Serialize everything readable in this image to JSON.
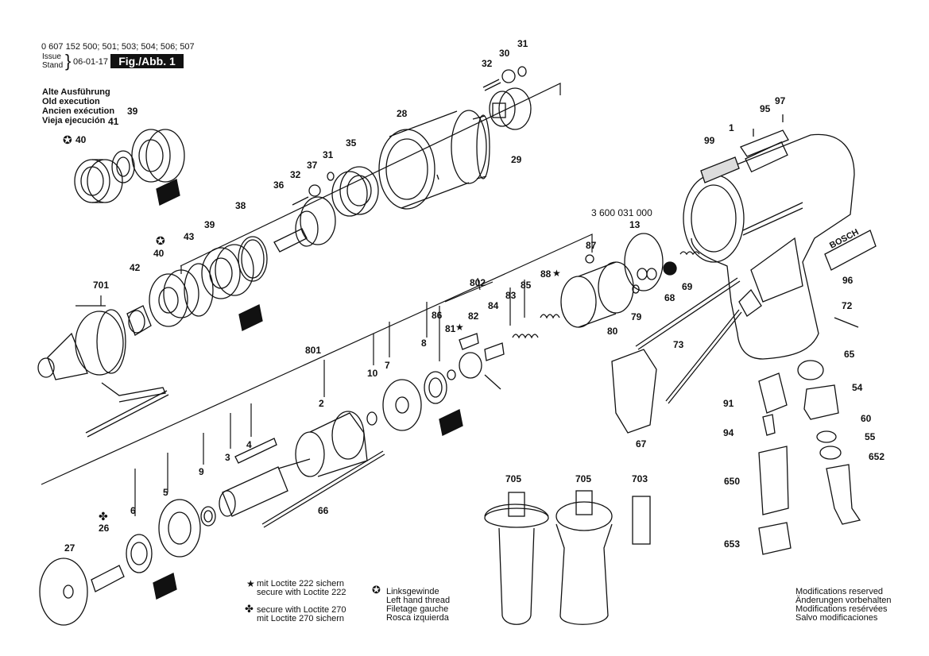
{
  "header": {
    "model_numbers": "0 607 152 500; 501; 503; 504; 506; 507",
    "issue_label": "Issue",
    "stand_label": "Stand",
    "date": "06-01-17",
    "figure": "Fig./Abb. 1"
  },
  "old_execution": {
    "de": "Alte Ausführung",
    "en": "Old execution",
    "fr": "Ancien exécution",
    "es": "Vieja ejecución"
  },
  "legend": {
    "loctite222_de": "mit Loctite 222 sichern",
    "loctite222_en": "secure with Loctite 222",
    "loctite270_en": "secure with Loctite 270",
    "loctite270_de": "mit Loctite 270 sichern",
    "left_de": "Linksgewinde",
    "left_en": "Left hand thread",
    "left_fr": "Filetage gauche",
    "left_es": "Rosca izquierda"
  },
  "modifications": {
    "en": "Modifications reserved",
    "de": "Änderungen vorbehalten",
    "fr": "Modifications resérvées",
    "es": "Salvo modificaciones"
  },
  "logo": "BOSCH",
  "icons": [
    "star-icon",
    "cross-flower-icon",
    "left-thread-icon",
    "wrench-tool-icon"
  ],
  "part_labels": [
    {
      "text": "31"
    },
    {
      "text": "30"
    },
    {
      "text": "32"
    },
    {
      "text": "28"
    },
    {
      "text": "29"
    },
    {
      "text": "39"
    },
    {
      "text": "41"
    },
    {
      "text": "40"
    },
    {
      "text": "35"
    },
    {
      "text": "31"
    },
    {
      "text": "37"
    },
    {
      "text": "32"
    },
    {
      "text": "36"
    },
    {
      "text": "38"
    },
    {
      "text": "39"
    },
    {
      "text": "43"
    },
    {
      "text": "40"
    },
    {
      "text": "42"
    },
    {
      "text": "701"
    },
    {
      "text": "801"
    },
    {
      "text": "802"
    },
    {
      "text": "87"
    },
    {
      "text": "85"
    },
    {
      "text": "88"
    },
    {
      "text": "84"
    },
    {
      "text": "83"
    },
    {
      "text": "82"
    },
    {
      "text": "81"
    },
    {
      "text": "86"
    },
    {
      "text": "8"
    },
    {
      "text": "7"
    },
    {
      "text": "10"
    },
    {
      "text": "2"
    },
    {
      "text": "4"
    },
    {
      "text": "3"
    },
    {
      "text": "9"
    },
    {
      "text": "5"
    },
    {
      "text": "6"
    },
    {
      "text": "26"
    },
    {
      "text": "27"
    },
    {
      "text": "66"
    },
    {
      "text": "3 600 031 000"
    },
    {
      "text": "13"
    },
    {
      "text": "80"
    },
    {
      "text": "79"
    },
    {
      "text": "68"
    },
    {
      "text": "69"
    },
    {
      "text": "95"
    },
    {
      "text": "97"
    },
    {
      "text": "1"
    },
    {
      "text": "99"
    },
    {
      "text": "96"
    },
    {
      "text": "72"
    },
    {
      "text": "73"
    },
    {
      "text": "65"
    },
    {
      "text": "54"
    },
    {
      "text": "60"
    },
    {
      "text": "55"
    },
    {
      "text": "652"
    },
    {
      "text": "91"
    },
    {
      "text": "94"
    },
    {
      "text": "67"
    },
    {
      "text": "650"
    },
    {
      "text": "653"
    },
    {
      "text": "705"
    },
    {
      "text": "705"
    },
    {
      "text": "703"
    }
  ]
}
